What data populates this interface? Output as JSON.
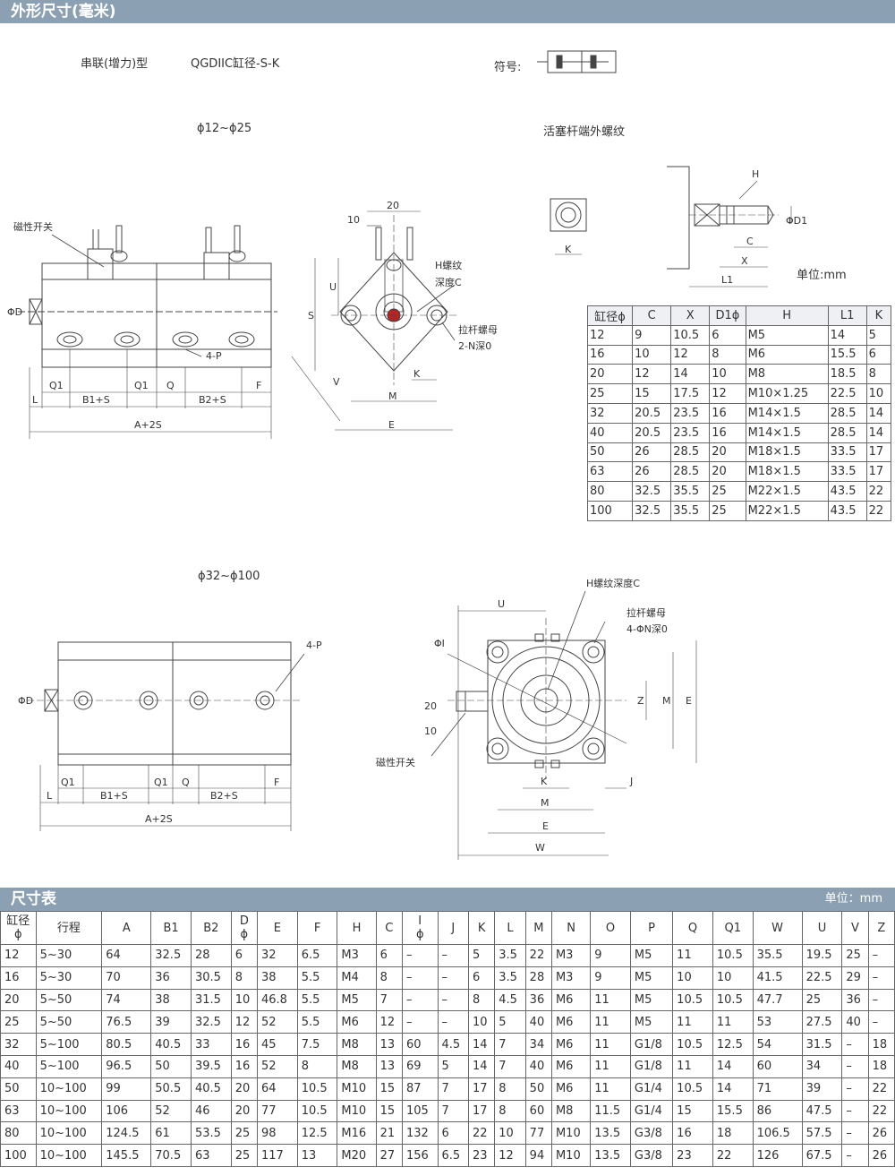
{
  "section1_title": "外形尺寸(毫米)",
  "model": {
    "type_label": "串联(增力)型",
    "code": "QGDIIC缸径-S-K",
    "symbol_label": "符号:"
  },
  "top_range_label": "ϕ12~ϕ25",
  "bottom_range_label": "ϕ32~ϕ100",
  "rod_thread_title": "活塞杆端外螺纹",
  "unit_note": "单位:mm",
  "drawing_labels": {
    "switch_top": "磁性开关",
    "switch_bottom": "磁性开关",
    "phiD": "ΦD",
    "phiD1": "ΦD1",
    "phiI": "ΦI",
    "dim20": "20",
    "dim10": "10",
    "H_thread": "H螺纹",
    "depth_C": "深度C",
    "H_thread_depth_C": "H螺纹深度C",
    "tie_rod_nut": "拉杆螺母",
    "nut_2N": "2-N深0",
    "nut_4N": "4-ΦN深0",
    "fourP": "4-P",
    "Q1": "Q1",
    "Q": "Q",
    "L": "L",
    "F": "F",
    "B1S": "B1+S",
    "B2S": "B2+S",
    "A2S": "A+2S",
    "S": "S",
    "U": "U",
    "V": "V",
    "K": "K",
    "M": "M",
    "E": "E",
    "C": "C",
    "X": "X",
    "H": "H",
    "L1": "L1",
    "Z": "Z",
    "J": "J",
    "W": "W"
  },
  "thread_table": {
    "headers": [
      "缸径ϕ",
      "C",
      "X",
      "D1ϕ",
      "H",
      "L1",
      "K"
    ],
    "rows": [
      [
        "12",
        "9",
        "10.5",
        "6",
        "M5",
        "14",
        "5"
      ],
      [
        "16",
        "10",
        "12",
        "8",
        "M6",
        "15.5",
        "6"
      ],
      [
        "20",
        "12",
        "14",
        "10",
        "M8",
        "18.5",
        "8"
      ],
      [
        "25",
        "15",
        "17.5",
        "12",
        "M10×1.25",
        "22.5",
        "10"
      ],
      [
        "32",
        "20.5",
        "23.5",
        "16",
        "M14×1.5",
        "28.5",
        "14"
      ],
      [
        "40",
        "20.5",
        "23.5",
        "16",
        "M14×1.5",
        "28.5",
        "14"
      ],
      [
        "50",
        "26",
        "28.5",
        "20",
        "M18×1.5",
        "33.5",
        "17"
      ],
      [
        "63",
        "26",
        "28.5",
        "20",
        "M18×1.5",
        "33.5",
        "17"
      ],
      [
        "80",
        "32.5",
        "35.5",
        "25",
        "M22×1.5",
        "43.5",
        "22"
      ],
      [
        "100",
        "32.5",
        "35.5",
        "25",
        "M22×1.5",
        "43.5",
        "22"
      ]
    ]
  },
  "section2_title": "尺寸表",
  "section2_unit": "单位：mm",
  "dim_table": {
    "headers": [
      "缸径\nϕ",
      "行程",
      "A",
      "B1",
      "B2",
      "D\nϕ",
      "E",
      "F",
      "H",
      "C",
      "I\nϕ",
      "J",
      "K",
      "L",
      "M",
      "N",
      "O",
      "P",
      "Q",
      "Q1",
      "W",
      "U",
      "V",
      "Z"
    ],
    "rows": [
      [
        "12",
        "5~30",
        "64",
        "32.5",
        "28",
        "6",
        "32",
        "6.5",
        "M3",
        "6",
        "–",
        "–",
        "5",
        "3.5",
        "22",
        "M3",
        "9",
        "M5",
        "11",
        "10.5",
        "35.5",
        "19.5",
        "25",
        "–"
      ],
      [
        "16",
        "5~30",
        "70",
        "36",
        "30.5",
        "8",
        "38",
        "5.5",
        "M4",
        "8",
        "–",
        "–",
        "6",
        "3.5",
        "28",
        "M3",
        "9",
        "M5",
        "10",
        "10",
        "41.5",
        "22.5",
        "29",
        "–"
      ],
      [
        "20",
        "5~50",
        "74",
        "38",
        "31.5",
        "10",
        "46.8",
        "5.5",
        "M5",
        "7",
        "–",
        "–",
        "8",
        "4.5",
        "36",
        "M6",
        "11",
        "M5",
        "10.5",
        "10.5",
        "47.7",
        "25",
        "36",
        "–"
      ],
      [
        "25",
        "5~50",
        "76.5",
        "39",
        "32.5",
        "12",
        "52",
        "5.5",
        "M6",
        "12",
        "–",
        "–",
        "10",
        "5",
        "40",
        "M6",
        "11",
        "M5",
        "11",
        "11",
        "53",
        "27.5",
        "40",
        "–"
      ],
      [
        "32",
        "5~100",
        "80.5",
        "40.5",
        "33",
        "16",
        "45",
        "7.5",
        "M8",
        "13",
        "60",
        "4.5",
        "14",
        "7",
        "34",
        "M6",
        "11",
        "G1/8",
        "10.5",
        "12.5",
        "54",
        "31.5",
        "–",
        "18"
      ],
      [
        "40",
        "5~100",
        "96.5",
        "50",
        "39.5",
        "16",
        "52",
        "8",
        "M8",
        "13",
        "69",
        "5",
        "14",
        "7",
        "40",
        "M6",
        "11",
        "G1/8",
        "11",
        "14",
        "60",
        "34",
        "–",
        "18"
      ],
      [
        "50",
        "10~100",
        "99",
        "50.5",
        "40.5",
        "20",
        "64",
        "10.5",
        "M10",
        "15",
        "87",
        "7",
        "17",
        "8",
        "50",
        "M6",
        "11",
        "G1/4",
        "10.5",
        "14",
        "71",
        "39",
        "–",
        "22"
      ],
      [
        "63",
        "10~100",
        "106",
        "52",
        "46",
        "20",
        "77",
        "10.5",
        "M10",
        "15",
        "105",
        "7",
        "17",
        "8",
        "60",
        "M8",
        "11.5",
        "G1/4",
        "15",
        "15.5",
        "86",
        "47.5",
        "–",
        "22"
      ],
      [
        "80",
        "10~100",
        "124.5",
        "61",
        "53.5",
        "25",
        "98",
        "12.5",
        "M16",
        "21",
        "132",
        "6",
        "22",
        "10",
        "77",
        "M10",
        "13.5",
        "G3/8",
        "16",
        "18",
        "106.5",
        "57.5",
        "–",
        "26"
      ],
      [
        "100",
        "10~100",
        "145.5",
        "70.5",
        "63",
        "25",
        "117",
        "13",
        "M20",
        "27",
        "156",
        "6.5",
        "23",
        "12",
        "94",
        "M10",
        "13.5",
        "G3/8",
        "23",
        "22",
        "126",
        "67.5",
        "–",
        "26"
      ]
    ]
  }
}
